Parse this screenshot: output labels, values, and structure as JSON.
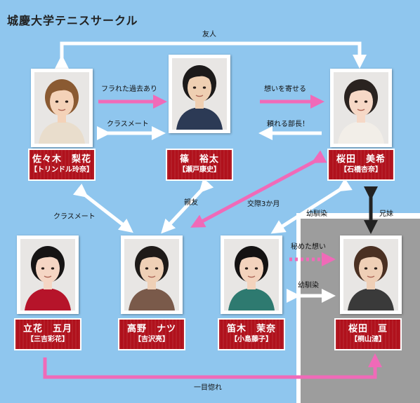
{
  "title": "城慶大学テニスサークル",
  "people": [
    {
      "name": "佐々木　梨花",
      "actor": "【トリンドル玲奈】",
      "hair": "#8a5a32",
      "skin": "#f4d2b8",
      "cloth": "#e9ddcc"
    },
    {
      "name": "篠　裕太",
      "actor": "【瀬戸康史】",
      "hair": "#1c1a1a",
      "skin": "#efcfb2",
      "cloth": "#2c3a55"
    },
    {
      "name": "桜田　美希",
      "actor": "【石橋杏奈】",
      "hair": "#2a2320",
      "skin": "#f6d8c6",
      "cloth": "#f2eee8"
    },
    {
      "name": "立花　五月",
      "actor": "【三吉彩花】",
      "hair": "#161414",
      "skin": "#f5d6c4",
      "cloth": "#b6142a"
    },
    {
      "name": "高野　ナツ",
      "actor": "【吉沢亮】",
      "hair": "#1e1a18",
      "skin": "#efd0b6",
      "cloth": "#7a5a4a"
    },
    {
      "name": "笛木　茉奈",
      "actor": "【小島藤子】",
      "hair": "#141212",
      "skin": "#f3d3bd",
      "cloth": "#2e7a70"
    },
    {
      "name": "桜田　亘",
      "actor": "【桐山漣】",
      "hair": "#4a3022",
      "skin": "#efcfb6",
      "cloth": "#3a3a3a"
    }
  ],
  "relations": {
    "friend": "友人",
    "past_dumped": "フラれた過去あり",
    "classmate_top": "クラスメート",
    "attraction": "想いを寄せる",
    "reliable_captain": "頼れる部長！",
    "classmate_left": "クラスメート",
    "best_friend": "親友",
    "dating": "交際3か月",
    "childhood_friend_top": "幼馴染",
    "siblings": "兄妹",
    "secret_feelings": "秘めた想い",
    "childhood_friend_bottom": "幼馴染",
    "love_at_first_sight": "一目惚れ"
  },
  "colors": {
    "background": "#8fc6ee",
    "name_plate": "#b0111c",
    "pink_arrow": "#f06ab8",
    "white_arrow": "#ffffff",
    "dark_arrow": "#222222"
  }
}
